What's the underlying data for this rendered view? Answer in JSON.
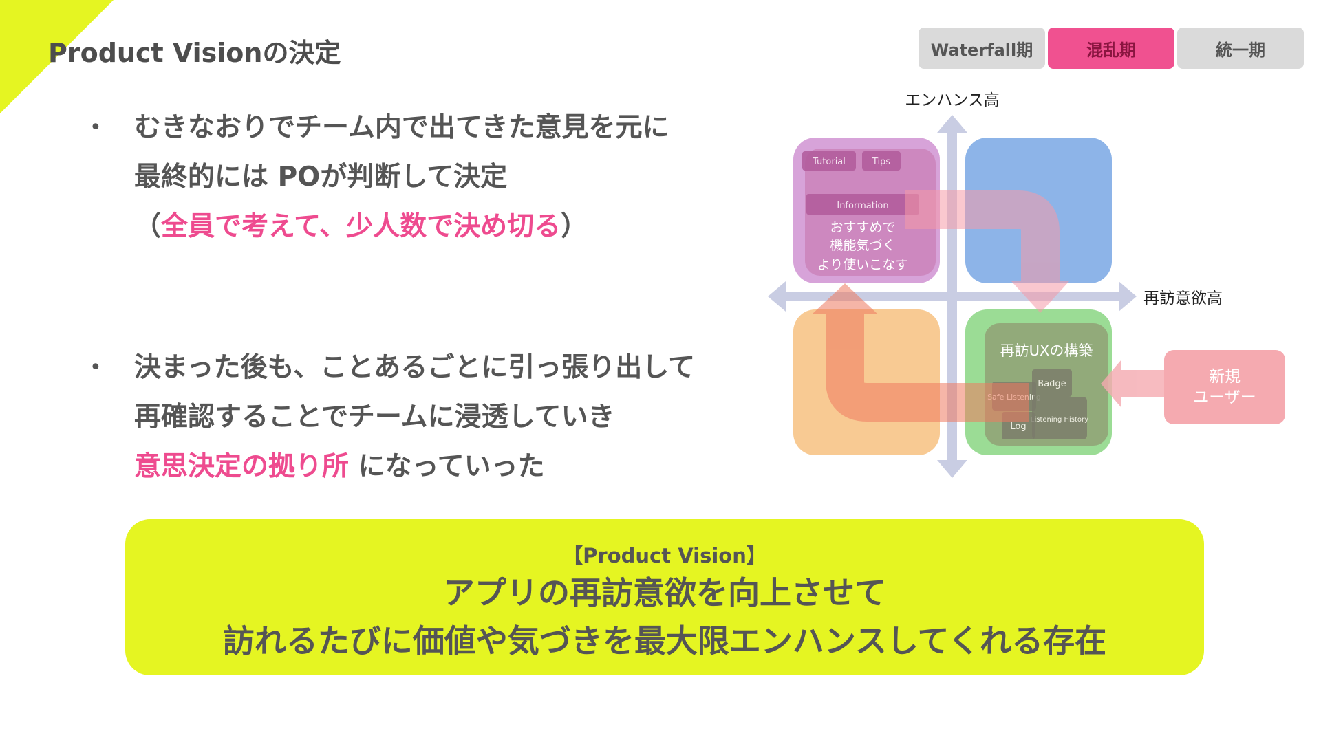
{
  "slide": {
    "title": "Product Visionの決定"
  },
  "tabs": [
    {
      "label": "Waterfall期",
      "active": false
    },
    {
      "label": "混乱期",
      "active": true
    },
    {
      "label": "統一期",
      "active": false
    }
  ],
  "bullets": {
    "b1": {
      "line1": "むきなおりでチーム内で出てきた意見を元に",
      "line2": "最終的には POが判断して決定",
      "line3_open": "（",
      "line3_highlight": "全員で考えて、少人数で決め切る",
      "line3_close": "）"
    },
    "b2": {
      "line1": "決まった後も、ことあるごとに引っ張り出して",
      "line2": "再確認することでチームに浸透していき",
      "line3_highlight": "意思決定の拠り所",
      "line3_rest": " になっていった"
    }
  },
  "diagram": {
    "y_axis_label": "エンハンス高",
    "x_axis_label": "再訪意欲高",
    "top_left": {
      "chips": [
        "Tutorial",
        "Tips"
      ],
      "info_label": "Information",
      "text_lines": [
        "おすすめで",
        "機能気づく",
        "より使いこなす"
      ]
    },
    "bottom_right": {
      "title": "再訪UXの構築",
      "chips": [
        "Safe Listening",
        "Badge",
        "Listening History",
        "Log"
      ]
    },
    "new_user_lines": [
      "新規",
      "ユーザー"
    ],
    "colors": {
      "top_left": "#d7a3d9",
      "top_right": "#8db4e8",
      "bottom_left": "#f8ca93",
      "bottom_right": "#9bdc95",
      "new_user": "#f5aab0",
      "axis": "#c9cde3"
    }
  },
  "vision": {
    "label": "【Product Vision】",
    "line1": "アプリの再訪意欲を向上させて",
    "line2": "訪れるたびに価値や気づきを最大限エンハンスしてくれる存在"
  }
}
